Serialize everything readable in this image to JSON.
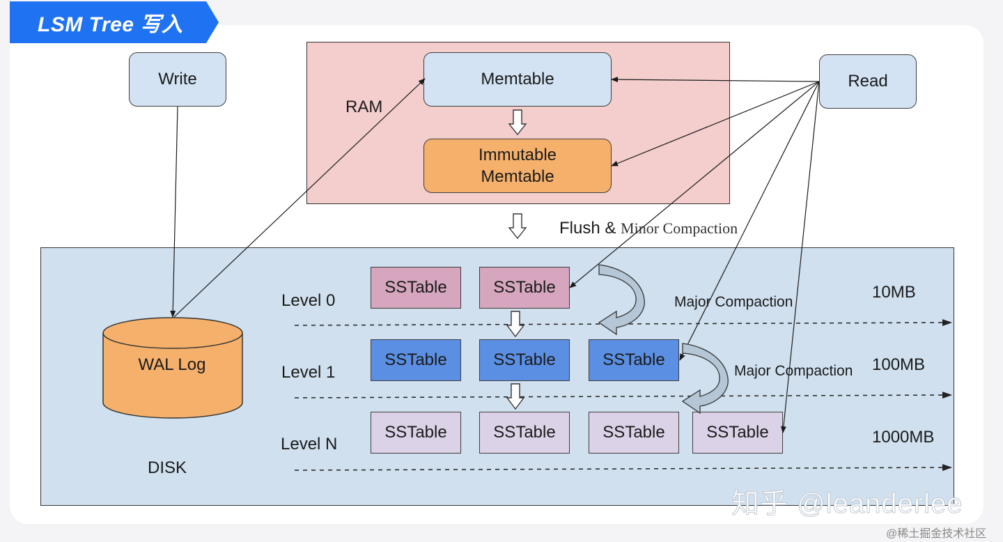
{
  "banner": {
    "title": "LSM Tree 写入"
  },
  "nodes": {
    "write": "Write",
    "read": "Read",
    "memtable": "Memtable",
    "immutable_memtable": "Immutable Memtable",
    "wal_log": "WAL Log"
  },
  "regions": {
    "ram": "RAM",
    "disk": "DISK"
  },
  "flush_label": {
    "part1": "Flush &",
    "part2": "Minor Compaction"
  },
  "levels": [
    {
      "name": "Level 0",
      "size": "10MB",
      "sstables": [
        "SSTable",
        "SSTable"
      ]
    },
    {
      "name": "Level 1",
      "size": "100MB",
      "sstables": [
        "SSTable",
        "SSTable",
        "SSTable"
      ]
    },
    {
      "name": "Level N",
      "size": "1000MB",
      "sstables": [
        "SSTable",
        "SSTable",
        "SSTable",
        "SSTable"
      ]
    }
  ],
  "compaction_labels": [
    "Major Compaction",
    "Major Compaction"
  ],
  "watermark": "知乎 @leanderlee",
  "credit": "@稀土掘金技术社区",
  "colors": {
    "banner": "#1f73f2",
    "ram_bg": "#f4cdcd",
    "disk_bg": "#d0e0ef",
    "light_blue_box": "#d3e3f3",
    "immutable_box": "#f5b06c",
    "level0_sstable": "#d5a6bd",
    "level1_sstable": "#5b8fe3",
    "levelN_sstable": "#dcd2e8",
    "wal_cylinder": "#f5b06c"
  }
}
